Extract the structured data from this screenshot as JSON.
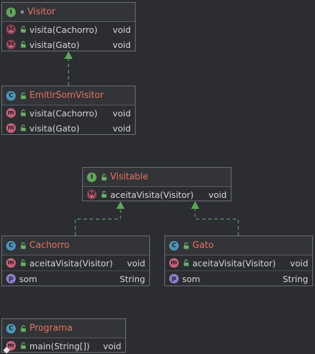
{
  "colors": {
    "background": "#2b2d33",
    "title": "#e8735f",
    "text": "#d4d6da",
    "edge": "#5fa55a"
  },
  "classes": {
    "visitor": {
      "kind": "I",
      "name": "Visitor",
      "members": [
        {
          "icon": "abstract-method-icon",
          "name": "visita(Cachorro)",
          "type": "void"
        },
        {
          "icon": "abstract-method-icon",
          "name": "visita(Gato)",
          "type": "void"
        }
      ]
    },
    "emitir": {
      "kind": "C",
      "name": "EmitirSomVisitor",
      "members": [
        {
          "icon": "method-icon",
          "name": "visita(Cachorro)",
          "type": "void"
        },
        {
          "icon": "method-icon",
          "name": "visita(Gato)",
          "type": "void"
        }
      ]
    },
    "visitable": {
      "kind": "I",
      "name": "Visitable",
      "members": [
        {
          "icon": "abstract-method-icon",
          "name": "aceitaVisita(Visitor)",
          "type": "void"
        }
      ]
    },
    "cachorro": {
      "kind": "C",
      "name": "Cachorro",
      "members": [
        {
          "icon": "method-icon",
          "name": "aceitaVisita(Visitor)",
          "type": "void"
        }
      ],
      "fields": [
        {
          "icon": "property-icon",
          "name": "som",
          "type": "String"
        }
      ]
    },
    "gato": {
      "kind": "C",
      "name": "Gato",
      "members": [
        {
          "icon": "method-icon",
          "name": "aceitaVisita(Visitor)",
          "type": "void"
        }
      ],
      "fields": [
        {
          "icon": "property-icon",
          "name": "som",
          "type": "String"
        }
      ]
    },
    "programa": {
      "kind": "C",
      "name": "Programa",
      "members": [
        {
          "icon": "method-icon",
          "name": "main(String[])",
          "type": "void"
        }
      ]
    }
  }
}
